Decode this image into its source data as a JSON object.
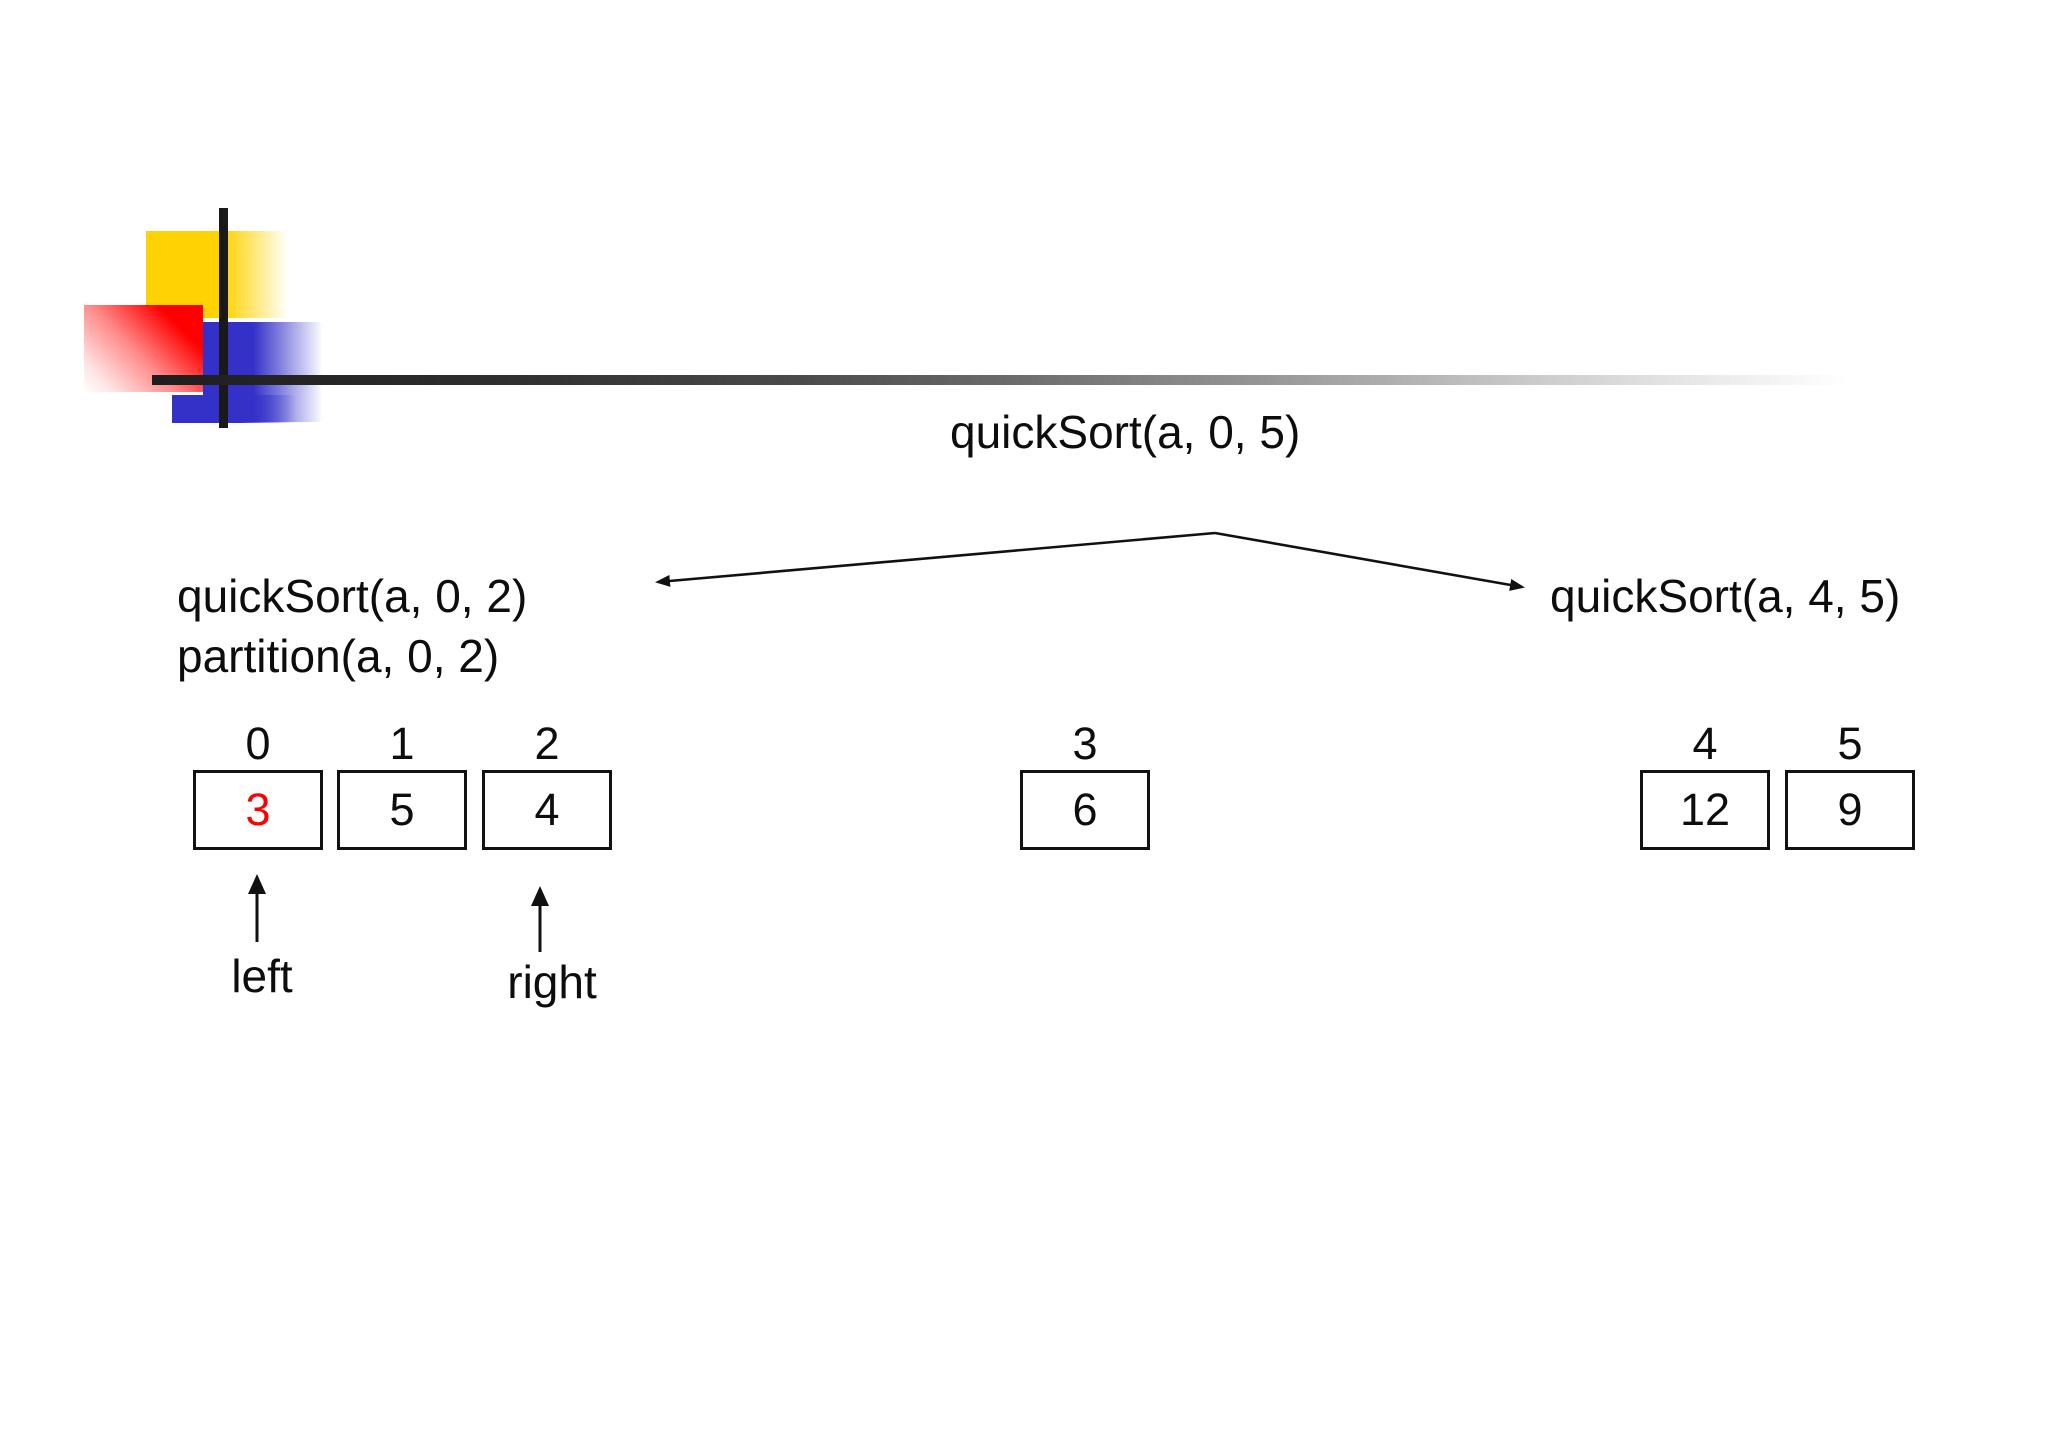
{
  "slide": {
    "root_call": "quickSort(a, 0, 5)",
    "left_branch": {
      "line1": "quickSort(a, 0, 2)",
      "line2": "partition(a, 0, 2)"
    },
    "right_branch": {
      "label": "quickSort(a, 4, 5)"
    },
    "array": {
      "cells": [
        {
          "index": "0",
          "value": "3",
          "value_style": "color:#ff0000"
        },
        {
          "index": "1",
          "value": "5"
        },
        {
          "index": "2",
          "value": "4"
        },
        {
          "index": "3",
          "value": "6"
        },
        {
          "index": "4",
          "value": "12"
        },
        {
          "index": "5",
          "value": "9"
        }
      ]
    },
    "pointers": {
      "left_label": "left",
      "right_label": "right"
    },
    "colors": {
      "highlight_value": "#ff0000",
      "logo_yellow": "#ffd203",
      "logo_red": "#ff0000",
      "logo_blue": "#3431c8",
      "line_dark": "#1e1e1e"
    }
  }
}
